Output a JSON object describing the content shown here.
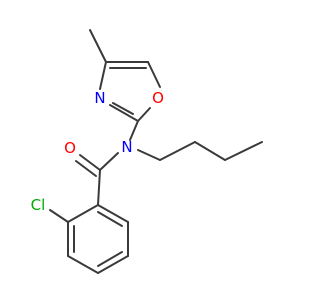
{
  "molecule": {
    "atoms": [
      {
        "id": "o_carbonyl",
        "symbol": "O",
        "color": "#ff0000"
      },
      {
        "id": "n_amide",
        "symbol": "N",
        "color": "#0000ff"
      },
      {
        "id": "n_ring",
        "symbol": "N",
        "color": "#0000ff"
      },
      {
        "id": "o_ring",
        "symbol": "O",
        "color": "#ff0000"
      },
      {
        "id": "cl",
        "symbol": "Cl",
        "color": "#00aa00"
      }
    ],
    "bond_color": "#3a3a3a"
  }
}
